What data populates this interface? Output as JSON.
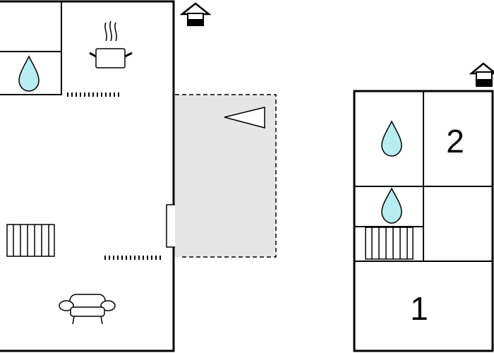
{
  "floorplan": {
    "rooms": [
      {
        "id": "bedroom-2",
        "label": "2"
      },
      {
        "id": "bedroom-1",
        "label": "1"
      }
    ],
    "colors": {
      "wall": "#000000",
      "terrace": "#e6e6e6",
      "water": "#b7ecf0",
      "background": "#ffffff"
    },
    "icons": [
      "house-entrance-icon",
      "water-drop-icon",
      "cooking-pot-icon",
      "radiator-icon",
      "armchair-icon",
      "terrace-direction-triangle-icon"
    ]
  }
}
